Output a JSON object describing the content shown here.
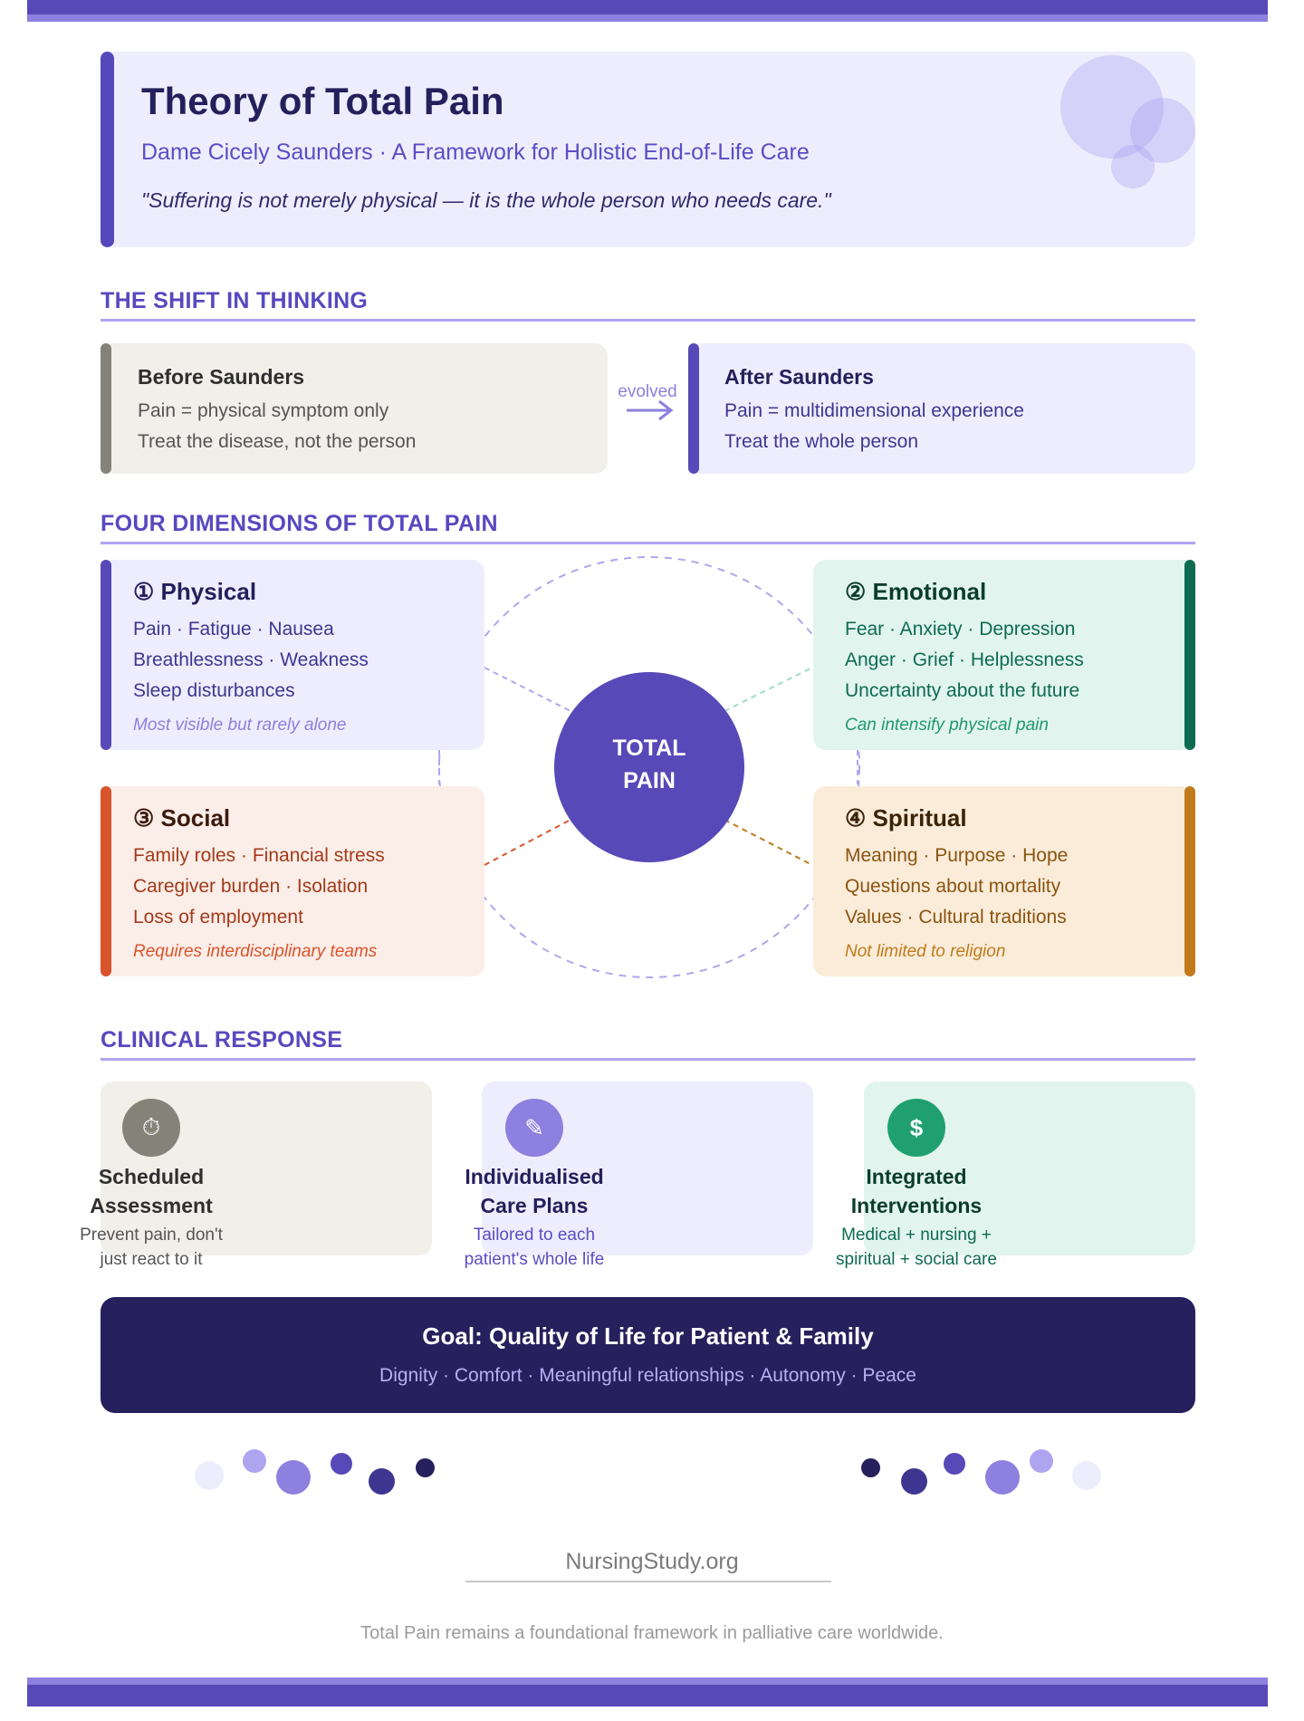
{
  "header": {
    "title": "Theory of Total Pain",
    "subtitle": "Dame Cicely Saunders · A Framework for Holistic End-of-Life Care",
    "quote": "\"Suffering is not merely physical — it is the whole person who needs care.\""
  },
  "shift": {
    "section_title": "THE SHIFT IN THINKING",
    "before": {
      "title": "Before Saunders",
      "lines": [
        "Pain = physical symptom only",
        "Treat the disease, not the person"
      ]
    },
    "connector_label": "evolved",
    "after": {
      "title": "After Saunders",
      "lines": [
        "Pain = multidimensional experience",
        "Treat the whole person"
      ]
    }
  },
  "dimensions": {
    "section_title": "FOUR DIMENSIONS OF TOTAL PAIN",
    "center_label": [
      "TOTAL",
      "PAIN"
    ],
    "items": [
      {
        "title": "① Physical",
        "lines": [
          "Pain · Fatigue · Nausea",
          "Breathlessness · Weakness",
          "Sleep disturbances"
        ],
        "note": "Most visible but rarely alone",
        "accent": "#5849b8"
      },
      {
        "title": "② Emotional",
        "lines": [
          "Fear · Anxiety · Depression",
          "Anger · Grief · Helplessness",
          "Uncertainty about the future"
        ],
        "note": "Can intensify physical pain",
        "accent": "#0d6b50"
      },
      {
        "title": "③ Social",
        "lines": [
          "Family roles · Financial stress",
          "Caregiver burden · Isolation",
          "Loss of employment"
        ],
        "note": "Requires interdisciplinary teams",
        "accent": "#d9542c"
      },
      {
        "title": "④ Spiritual",
        "lines": [
          "Meaning · Purpose · Hope",
          "Questions about mortality",
          "Values · Cultural traditions"
        ],
        "note": "Not limited to religion",
        "accent": "#c07a1a"
      }
    ]
  },
  "clinical": {
    "section_title": "CLINICAL RESPONSE",
    "items": [
      {
        "icon": "stopwatch-icon",
        "glyph": "⏱",
        "title_lines": [
          "Scheduled",
          "Assessment"
        ],
        "desc_lines": [
          "Prevent pain, don't",
          "just react to it"
        ]
      },
      {
        "icon": "pencil-icon",
        "glyph": "✎",
        "title_lines": [
          "Individualised",
          "Care Plans"
        ],
        "desc_lines": [
          "Tailored to each",
          "patient's whole life"
        ]
      },
      {
        "icon": "dollar-icon",
        "glyph": "$",
        "title_lines": [
          "Integrated",
          "Interventions"
        ],
        "desc_lines": [
          "Medical + nursing +",
          "spiritual + social care"
        ]
      }
    ]
  },
  "goal": {
    "title": "Goal: Quality of Life for Patient & Family",
    "subtitle": "Dignity · Comfort · Meaningful relationships · Autonomy · Peace"
  },
  "footer": {
    "site": "NursingStudy.org",
    "note": "Total Pain remains a foundational framework in palliative care worldwide."
  },
  "colors": {
    "brand": "#5849b8",
    "brand_light": "#8e80de",
    "navy": "#26205c",
    "emotional": "#0d6b50",
    "social": "#d9542c",
    "spiritual": "#c07a1a",
    "neutral": "#848378"
  }
}
